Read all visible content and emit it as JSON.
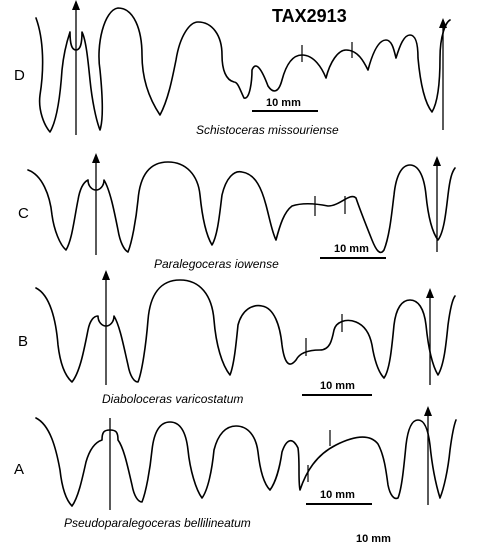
{
  "title": "TAX2913",
  "rows": [
    {
      "letter": "D",
      "species": "Schistoceras missouriense",
      "scale": "10 mm"
    },
    {
      "letter": "C",
      "species": "Paralegoceras iowense",
      "scale": "10 mm"
    },
    {
      "letter": "B",
      "species": "Diaboloceras varicostatum",
      "scale": "10 mm"
    },
    {
      "letter": "A",
      "species": "Pseudoparalegoceras bellilineatum",
      "scale": "10 mm"
    }
  ],
  "bottom_scale": "10 mm"
}
